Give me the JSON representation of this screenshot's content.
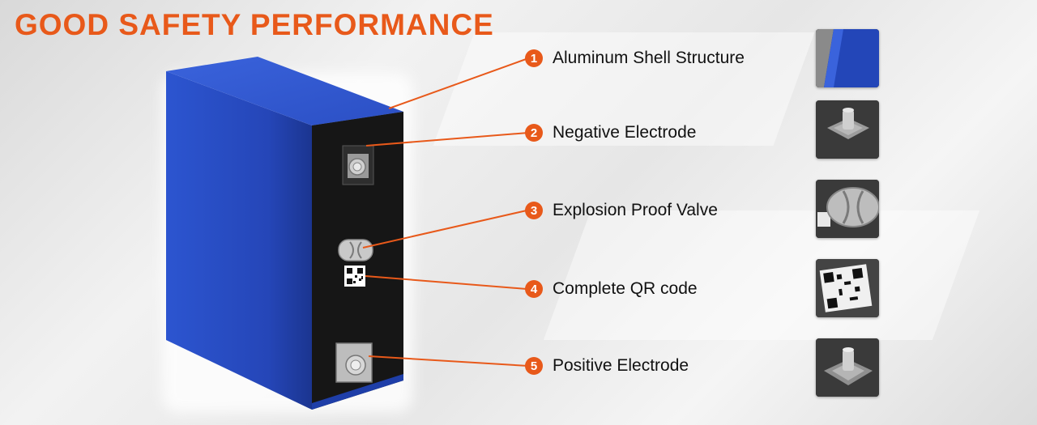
{
  "title": "GOOD SAFETY PERFORMANCE",
  "accent_color": "#e8591a",
  "battery_color": "#2347b8",
  "features": [
    {
      "number": "1",
      "label": "Aluminum Shell Structure",
      "icon": "aluminum-shell-closeup"
    },
    {
      "number": "2",
      "label": "Negative Electrode",
      "icon": "negative-terminal-closeup"
    },
    {
      "number": "3",
      "label": "Explosion Proof Valve",
      "icon": "explosion-valve-closeup"
    },
    {
      "number": "4",
      "label": "Complete QR code",
      "icon": "qr-code-closeup"
    },
    {
      "number": "5",
      "label": "Positive Electrode",
      "icon": "positive-terminal-closeup"
    }
  ]
}
